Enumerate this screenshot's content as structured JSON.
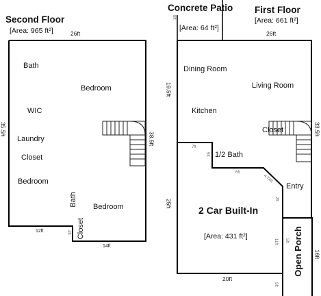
{
  "second_floor": {
    "title": "Second Floor",
    "area": "[Area: 965 ft²]",
    "dims": {
      "top": "26ft",
      "left": "35.5ft",
      "right": "38.5ft",
      "bottom_left": "12ft",
      "bottom_notch": "4ft",
      "bottom_right": "14ft"
    },
    "rooms": {
      "bath": "Bath",
      "bedroom_top": "Bedroom",
      "wic": "WIC",
      "laundry": "Laundry",
      "closet": "Closet",
      "bedroom_left": "Bedroom",
      "bath_vertical": "Bath",
      "closet_vertical": "Closet",
      "bedroom_bottom": "Bedroom"
    }
  },
  "first_floor": {
    "title": "First Floor",
    "area": "[Area: 661 ft²]",
    "dims": {
      "top": "26ft",
      "left_upper": "19.5ft",
      "left_lower": "25ft",
      "right": "33.5ft",
      "bottom": "20ft",
      "bottom_right": "5ft"
    },
    "rooms": {
      "dining_room": "Dining Room",
      "living_room": "Living Room",
      "kitchen": "Kitchen",
      "closet": "Closet",
      "half_bath": "1/2 Bath",
      "entry": "Entry"
    }
  },
  "patio": {
    "title": "Concrete Patio",
    "area": "[Area: 64 ft²]",
    "dim": "8ft"
  },
  "garage": {
    "title": "2 Car Built-In",
    "area": "[Area: 431 ft²]",
    "dims": {
      "a": "7ft",
      "b": "5ft",
      "c": "6ft",
      "d": "4.74ft",
      "e": "2ft",
      "f": "11ft",
      "g": "5ft"
    }
  },
  "open_porch": {
    "title": "Open Porch",
    "dim": "16ft"
  }
}
